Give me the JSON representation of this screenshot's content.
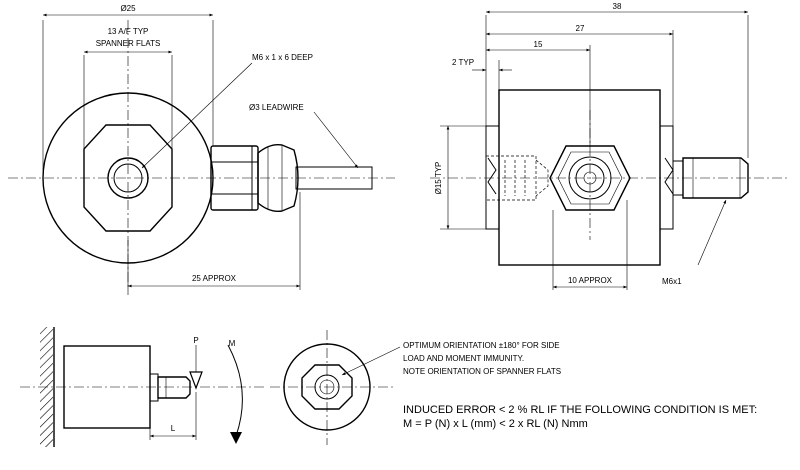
{
  "labels": {
    "dia_25": "Ø25",
    "flats_13": "13 A/F TYP",
    "spanner_flats": "SPANNER FLATS",
    "thread_m6_deep": "M6 x 1 x 6 DEEP",
    "leadwire": "Ø3 LEADWIRE",
    "approx_25": "25 APPROX",
    "dim_38": "38",
    "dim_27": "27",
    "dim_15": "15",
    "typ_2": "2 TYP",
    "dia_15_typ": "Ø15 TYP",
    "approx_10": "10 APPROX",
    "thread_m6": "M6x1",
    "force_p": "P",
    "moment_m": "M",
    "length_l": "L"
  },
  "notes": {
    "orientation_line1": "OPTIMUM ORIENTATION ±180° FOR SIDE",
    "orientation_line2": "LOAD AND MOMENT IMMUNITY.",
    "orientation_line3": "NOTE ORIENTATION OF SPANNER FLATS",
    "error_line1": "INDUCED ERROR < 2 % RL IF THE FOLLOWING CONDITION IS MET:",
    "error_line2": "M = P (N) x L (mm) < 2 x RL (N) Nmm"
  }
}
